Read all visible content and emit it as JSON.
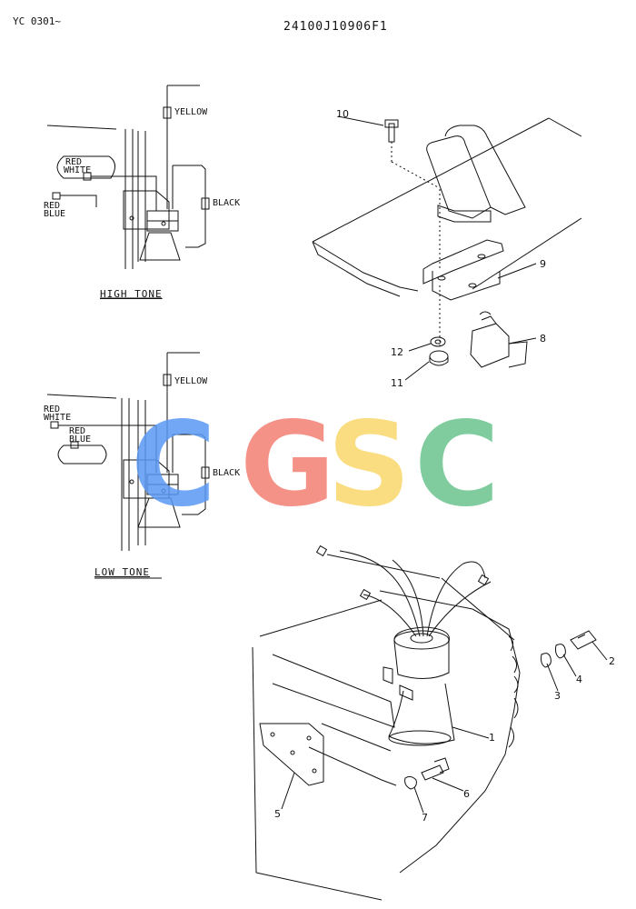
{
  "header": {
    "left_code": "YC 0301~",
    "part_number": "24100J10906F1"
  },
  "wiring_high": {
    "yellow": "YELLOW",
    "black": "BLACK",
    "red_white_1": "RED",
    "red_white_2": "WHITE",
    "red_blue_1": "RED",
    "red_blue_2": "BLUE",
    "caption": "HIGH TONE"
  },
  "wiring_low": {
    "yellow": "YELLOW",
    "black": "BLACK",
    "red_white_1": "RED",
    "red_white_2": "WHITE",
    "red_blue_1": "RED",
    "red_blue_2": "BLUE",
    "caption": "LOW TONE"
  },
  "callouts": [
    "1",
    "2",
    "3",
    "4",
    "5",
    "6",
    "7",
    "8",
    "9",
    "10",
    "11",
    "12"
  ],
  "watermark": {
    "letters": [
      "C",
      "G",
      "S",
      "C"
    ],
    "colors": [
      "#5a98f5",
      "#f47f74",
      "#f9d86b",
      "#6cc48e"
    ]
  }
}
